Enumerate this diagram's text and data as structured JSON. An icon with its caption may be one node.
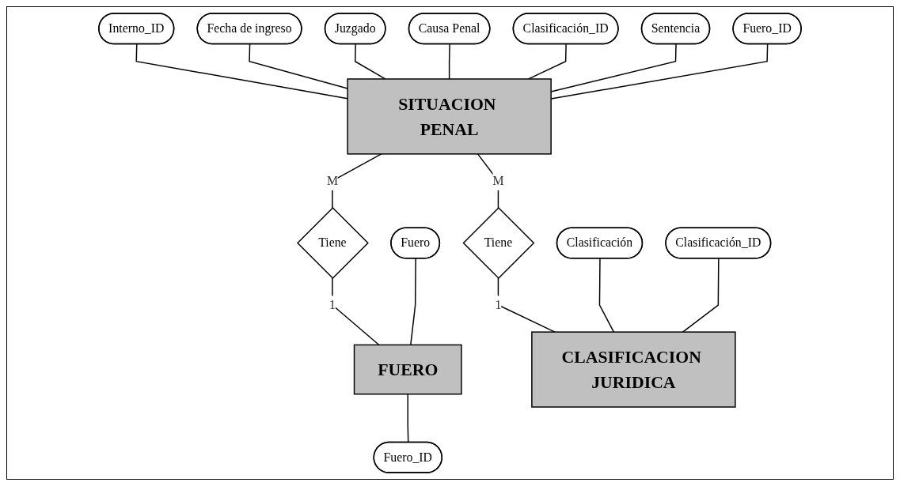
{
  "diagram": {
    "nodes": [
      {
        "text": [
          "Clasificación_ID"
        ]
      },
      {
        "text": [
          "Interno_ID"
        ]
      },
      {
        "text": [
          "Sentencia"
        ]
      },
      {
        "text": [
          "Fecha de ingreso"
        ]
      },
      {
        "text": [
          "SITUACION PENAL"
        ]
      },
      {
        "text": [
          "Fuero_ID"
        ]
      },
      {
        "text": [
          "Fuero"
        ]
      },
      {
        "text": [
          "Juzgado"
        ]
      },
      {
        "text": [
          "Causa Penal"
        ]
      },
      {
        "text": [
          "Tiene"
        ]
      },
      {
        "text": [
          "Tiene"
        ]
      },
      {
        "text": [
          "FUERO"
        ]
      },
      {
        "text": [
          "Clasificación"
        ]
      },
      {
        "text": [
          "Fuero_ID"
        ]
      },
      {
        "text": [
          "Clasificación_ID"
        ]
      },
      {
        "text": [
          "CLASIFICACION JURIDICA"
        ]
      }
    ],
    "edges": [
      {
        "from": 1,
        "to": 4,
        "arrow": "none"
      },
      {
        "from": 3,
        "to": 4,
        "arrow": "none"
      },
      {
        "from": 7,
        "to": 4,
        "arrow": "none"
      },
      {
        "from": 8,
        "to": 4,
        "arrow": "none"
      },
      {
        "from": 0,
        "to": 4,
        "arrow": "none"
      },
      {
        "from": 2,
        "to": 4,
        "arrow": "none"
      },
      {
        "from": 5,
        "to": 4,
        "arrow": "none"
      },
      {
        "from": 4,
        "to": 9,
        "arrow": "none",
        "label": "M"
      },
      {
        "from": 9,
        "to": 15,
        "arrow": "none",
        "label": "1"
      },
      {
        "from": 4,
        "to": 10,
        "arrow": "none",
        "label": "M"
      },
      {
        "from": 10,
        "to": 11,
        "arrow": "none",
        "label": "1"
      },
      {
        "from": 6,
        "to": 11,
        "arrow": "none"
      },
      {
        "from": 11,
        "to": 13,
        "arrow": "none"
      },
      {
        "from": 12,
        "to": 15,
        "arrow": "none"
      },
      {
        "from": 14,
        "to": 15,
        "arrow": "none"
      }
    ]
  }
}
